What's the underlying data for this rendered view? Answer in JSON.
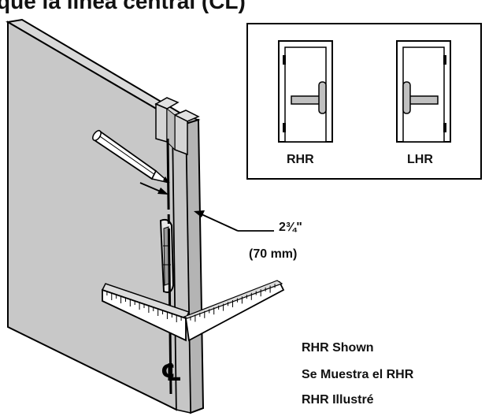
{
  "heading": {
    "text": "que la línea central (CL)"
  },
  "dimension": {
    "value": "2¾\"",
    "metric": "(70 mm)"
  },
  "handing": {
    "right": "RHR",
    "left": "LHR"
  },
  "caption": {
    "en": "RHR Shown",
    "es": "Se Muestra el RHR",
    "fr": "RHR Illustré"
  },
  "centerline_symbol": "℄",
  "colors": {
    "door": "#c8c8c8",
    "line": "#000000",
    "bar": "#c0c0c0"
  }
}
